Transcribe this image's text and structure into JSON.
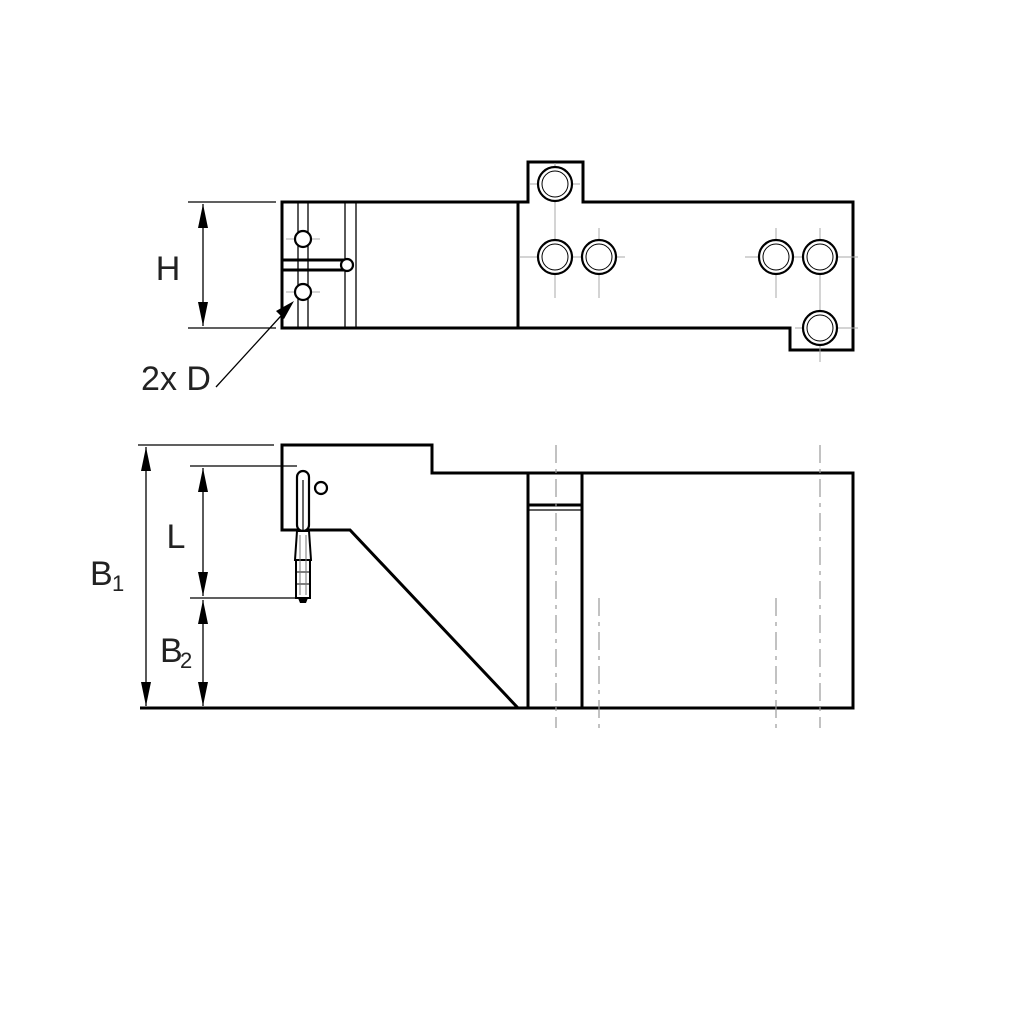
{
  "labels": {
    "height": "H",
    "diameter_callout": "2x D",
    "length": "L",
    "width_1_main": "B",
    "width_1_sub": "1",
    "width_2_main": "B",
    "width_2_sub": "2"
  },
  "colors": {
    "outline": "#000000",
    "centerline": "#aaaaaa",
    "label": "#222222",
    "background": "#ffffff"
  }
}
